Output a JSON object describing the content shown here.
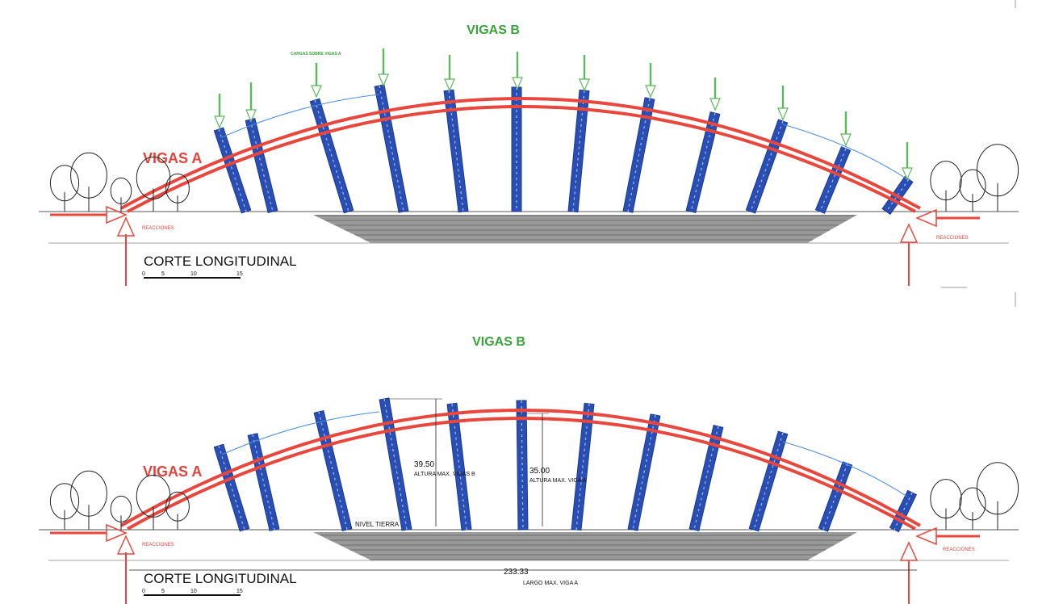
{
  "colors": {
    "arch_red": "#e8473e",
    "beam_blue": "#2a4fb4",
    "load_green": "#5cb85c",
    "ground_gray": "#8a8a8a",
    "text_green": "#3aa23a"
  },
  "top_section": {
    "vigas_b_label": "VIGAS B",
    "vigas_a_label": "VIGAS A",
    "loads_note": "CARGAS SOBRE VIGAS A",
    "reactions_left": "REACCIONES",
    "reactions_right": "REACCIONES",
    "section_title": "CORTE LONGITUDINAL",
    "scale_labels": [
      "0",
      "5",
      "10",
      "15"
    ]
  },
  "bottom_section": {
    "vigas_b_label": "VIGAS B",
    "vigas_a_label": "VIGAS A",
    "reactions_left": "REACCIONES",
    "reactions_right": "REACCIONES",
    "section_title": "CORTE LONGITUDINAL",
    "scale_labels": [
      "0",
      "5",
      "10",
      "15"
    ],
    "height_b_value": "39.50",
    "height_b_label": "ALTURA MAX. VIGAS B",
    "height_a_value": "35.00",
    "height_a_label": "ALTURA MAX. VIGA A",
    "ground_label": "NIVEL TIERRA",
    "length_value": "233.33",
    "length_label": "LARGO MAX. VIGA A"
  }
}
